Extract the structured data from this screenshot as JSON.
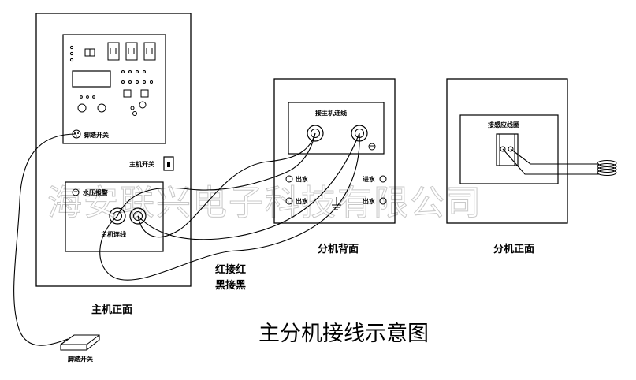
{
  "diagram": {
    "title": "主分机接线示意图",
    "watermark": "海安联兴电子科技有限公司",
    "wire_note_line1": "红接红",
    "wire_note_line2": "黑接黑",
    "main_unit": {
      "caption": "主机正面",
      "foot_switch_socket_label": "脚踏开关",
      "power_switch_label": "主机开关",
      "water_pressure_label": "水压报警",
      "connection_label": "主机连线"
    },
    "sub_unit_back": {
      "caption": "分机背面",
      "panel_label": "接主机连线",
      "water_outlet_left": "出水",
      "water_inlet_right": "进水",
      "water_out_left_2": "出水",
      "water_out_right_2": "出水"
    },
    "sub_unit_front": {
      "caption": "分机正面",
      "panel_label": "接感应线圈"
    },
    "foot_pedal_label": "脚踏开关"
  },
  "colors": {
    "line": "#000000",
    "watermark": "#c8c8c8"
  }
}
